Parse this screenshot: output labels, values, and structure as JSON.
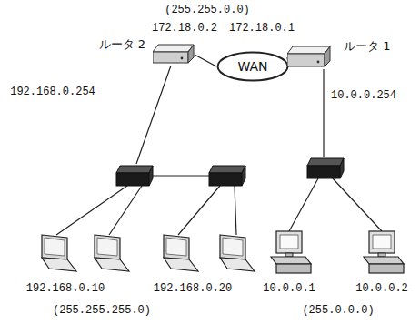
{
  "diagram": {
    "nodes": [
      {
        "text": [
          "ルータ 2"
        ]
      },
      {
        "text": [
          "WAN"
        ]
      },
      {
        "text": [
          "ルータ 1"
        ]
      }
    ],
    "edges": [
      {
        "from": 0,
        "to": 1,
        "arrow": "none"
      },
      {
        "from": 1,
        "to": 2,
        "arrow": "none"
      }
    ],
    "labels": [
      "(255.255.0.0)",
      "172.18.0.2",
      "172.18.0.1",
      "192.168.0.254",
      "10.0.0.254",
      "192.168.0.10",
      "192.168.0.20",
      "10.0.0.1",
      "10.0.0.2",
      "(255.255.255.0)",
      "(255.0.0.0)"
    ]
  }
}
